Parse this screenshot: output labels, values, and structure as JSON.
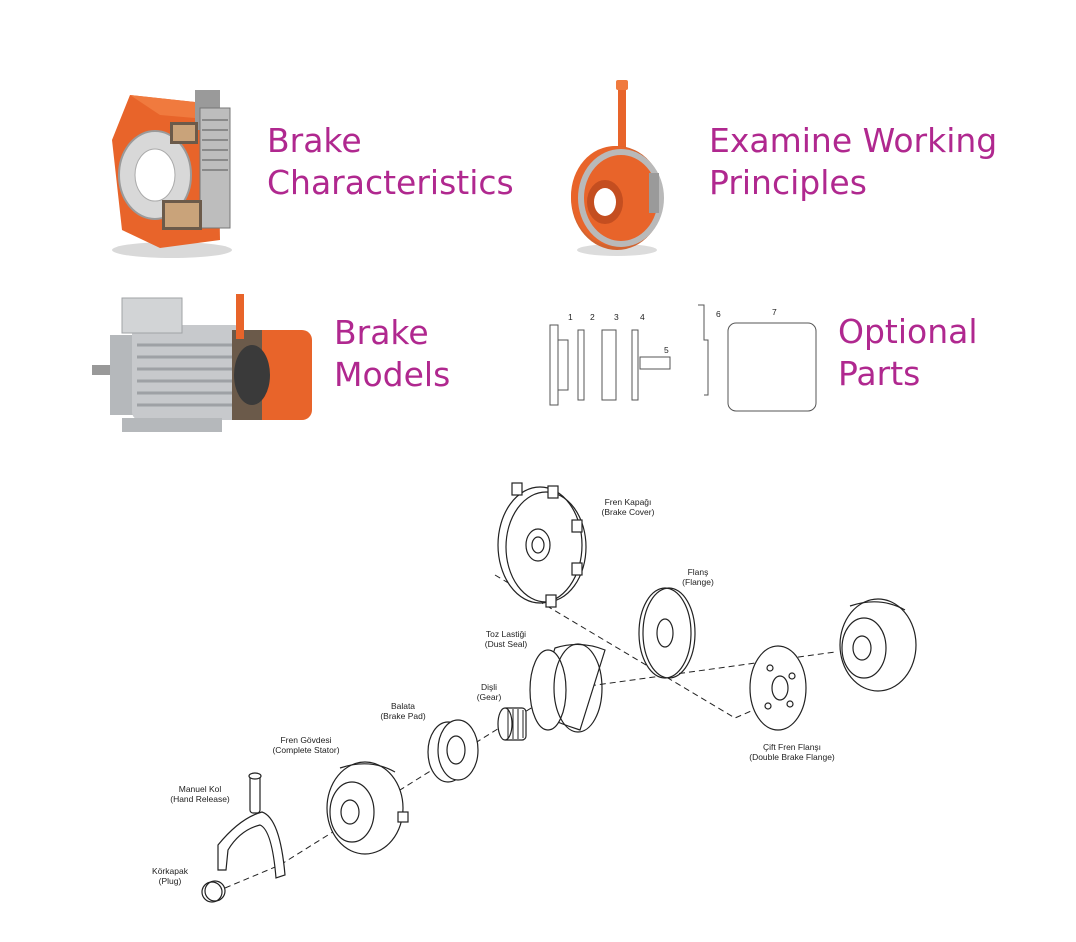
{
  "menu": {
    "brake_characteristics": {
      "line1": "Brake",
      "line2": "Characteristics"
    },
    "working_principles": {
      "line1": "Examine Working",
      "line2": "Principles"
    },
    "brake_models": {
      "line1": "Brake",
      "line2": "Models"
    },
    "optional_parts": {
      "line1": "Optional",
      "line2": "Parts"
    }
  },
  "optional_parts_callouts": [
    "1",
    "2",
    "3",
    "4",
    "5",
    "6",
    "7"
  ],
  "exploded_diagram": {
    "fren_kapagi": {
      "tr": "Fren Kapağı",
      "en": "(Brake Cover)"
    },
    "flans": {
      "tr": "Flanş",
      "en": "(Flange)"
    },
    "toz_lastigi": {
      "tr": "Toz Lastiği",
      "en": "(Dust Seal)"
    },
    "disli": {
      "tr": "Dişli",
      "en": "(Gear)"
    },
    "balata": {
      "tr": "Balata",
      "en": "(Brake Pad)"
    },
    "fren_govdesi": {
      "tr": "Fren Gövdesi",
      "en": "(Complete Stator)"
    },
    "manuel_kol": {
      "tr": "Manuel Kol",
      "en": "(Hand Release)"
    },
    "korkapak": {
      "tr": "Körkapak",
      "en": "(Plug)"
    },
    "cift_fren_flansi": {
      "tr": "Çift Fren Flanşı",
      "en": "(Double Brake Flange)"
    }
  },
  "colors": {
    "accent": "#b0288f",
    "product_orange": "#e8642a",
    "line": "#222222"
  }
}
